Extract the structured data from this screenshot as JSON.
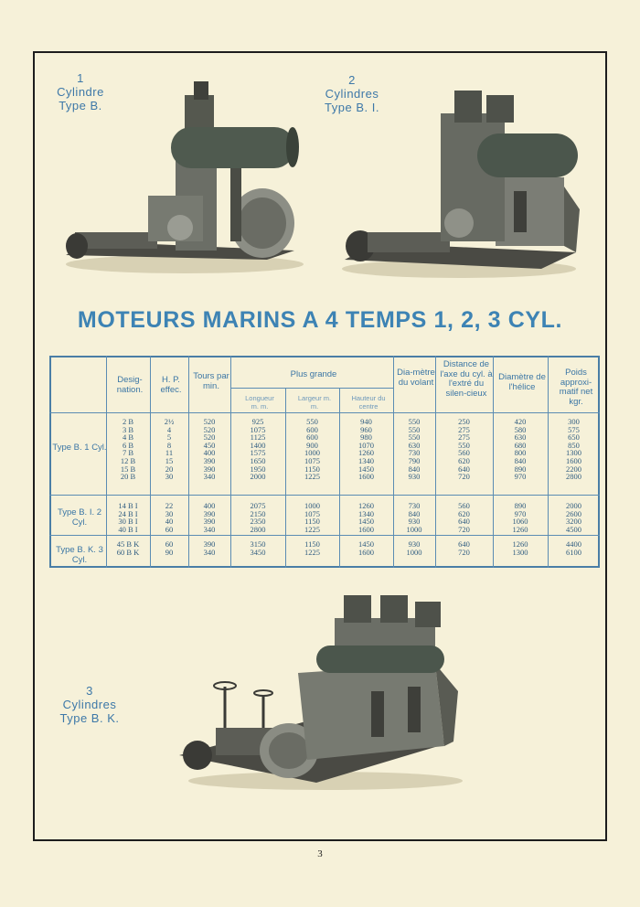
{
  "captions": {
    "cyl1": [
      "1",
      "Cylindre",
      "Type B."
    ],
    "cyl2": [
      "2",
      "Cylindres",
      "Type B. I."
    ],
    "cyl3": [
      "3",
      "Cylindres",
      "Type B. K."
    ]
  },
  "title": "MOTEURS MARINS A 4 TEMPS 1, 2, 3 CYL.",
  "table": {
    "headers": {
      "designation": "Desig-nation.",
      "hp": "H. P. effec.",
      "tours": "Tours par min.",
      "plus_grande": "Plus grande",
      "longueur": "Longueur m. m.",
      "largeur": "Largeur m. m.",
      "hauteur": "Hauteur du centre",
      "diametre_volant": "Dia-mètre du volant",
      "distance": "Distance de l'axe du cyl. à l'extré du silen-cieux",
      "diametre_helice": "Diamètre de l'hélice",
      "poids": "Poids approxi-matif net kgr."
    },
    "groups": [
      {
        "name": "Type B. 1 Cyl.",
        "rows": [
          [
            "2 B",
            "2½",
            "520",
            "925",
            "550",
            "940",
            "550",
            "250",
            "420",
            "300"
          ],
          [
            "3 B",
            "4",
            "520",
            "1075",
            "600",
            "960",
            "550",
            "275",
            "580",
            "575"
          ],
          [
            "4 B",
            "5",
            "520",
            "1125",
            "600",
            "980",
            "550",
            "275",
            "630",
            "650"
          ],
          [
            "6 B",
            "8",
            "450",
            "1400",
            "900",
            "1070",
            "630",
            "550",
            "680",
            "850"
          ],
          [
            "7 B",
            "11",
            "400",
            "1575",
            "1000",
            "1260",
            "730",
            "560",
            "800",
            "1300"
          ],
          [
            "12 B",
            "15",
            "390",
            "1650",
            "1075",
            "1340",
            "790",
            "620",
            "840",
            "1600"
          ],
          [
            "15 B",
            "20",
            "390",
            "1950",
            "1150",
            "1450",
            "840",
            "640",
            "890",
            "2200"
          ],
          [
            "20 B",
            "30",
            "340",
            "2000",
            "1225",
            "1600",
            "930",
            "720",
            "970",
            "2800"
          ]
        ]
      },
      {
        "name": "Type B. I. 2 Cyl.",
        "rows": [
          [
            "14 B I",
            "22",
            "400",
            "2075",
            "1000",
            "1260",
            "730",
            "560",
            "890",
            "2000"
          ],
          [
            "24 B I",
            "30",
            "390",
            "2150",
            "1075",
            "1340",
            "840",
            "620",
            "970",
            "2600"
          ],
          [
            "30 B I",
            "40",
            "390",
            "2350",
            "1150",
            "1450",
            "930",
            "640",
            "1060",
            "3200"
          ],
          [
            "40 B I",
            "60",
            "340",
            "2800",
            "1225",
            "1600",
            "1000",
            "720",
            "1260",
            "4500"
          ]
        ]
      },
      {
        "name": "Type B. K. 3 Cyl.",
        "rows": [
          [
            "45 B K",
            "60",
            "390",
            "3150",
            "1150",
            "1450",
            "930",
            "640",
            "1260",
            "4400"
          ],
          [
            "60 B K",
            "90",
            "340",
            "3450",
            "1225",
            "1600",
            "1000",
            "720",
            "1300",
            "6100"
          ]
        ]
      }
    ]
  },
  "page_number": "3",
  "colors": {
    "accent": "#3d83b4",
    "paper": "#f6f1d9",
    "ink": "#1d1d1d"
  },
  "images": [
    "engine-1-cylinder-illustration",
    "engine-2-cylinders-illustration",
    "engine-3-cylinders-illustration"
  ]
}
